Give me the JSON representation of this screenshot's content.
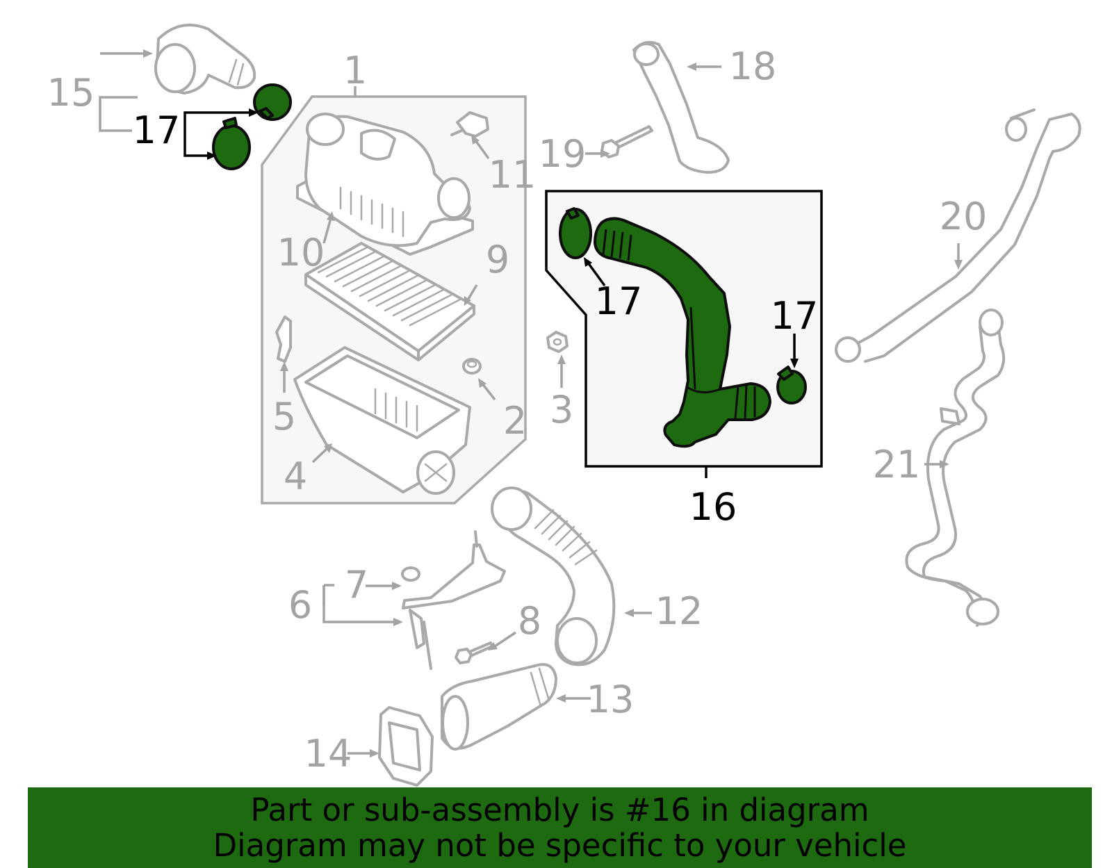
{
  "labels": {
    "l1": "1",
    "l2": "2",
    "l3": "3",
    "l4": "4",
    "l5": "5",
    "l6": "6",
    "l7": "7",
    "l8": "8",
    "l9": "9",
    "l10": "10",
    "l11": "11",
    "l12": "12",
    "l13": "13",
    "l14": "14",
    "l15": "15",
    "l16": "16",
    "l17a": "17",
    "l17b": "17",
    "l17c": "17",
    "l18": "18",
    "l19": "19",
    "l20": "20",
    "l21": "21"
  },
  "colors": {
    "highlight": "#1d6a10",
    "part_gray": "#a9a9a9",
    "label_gray": "#a3a3a3",
    "box_fill": "#f7f7f7",
    "banner_bg": "#1d6a10"
  },
  "banner": {
    "line1": "Part or sub-assembly is #16 in diagram",
    "line2": "Diagram may not be specific to your vehicle"
  }
}
